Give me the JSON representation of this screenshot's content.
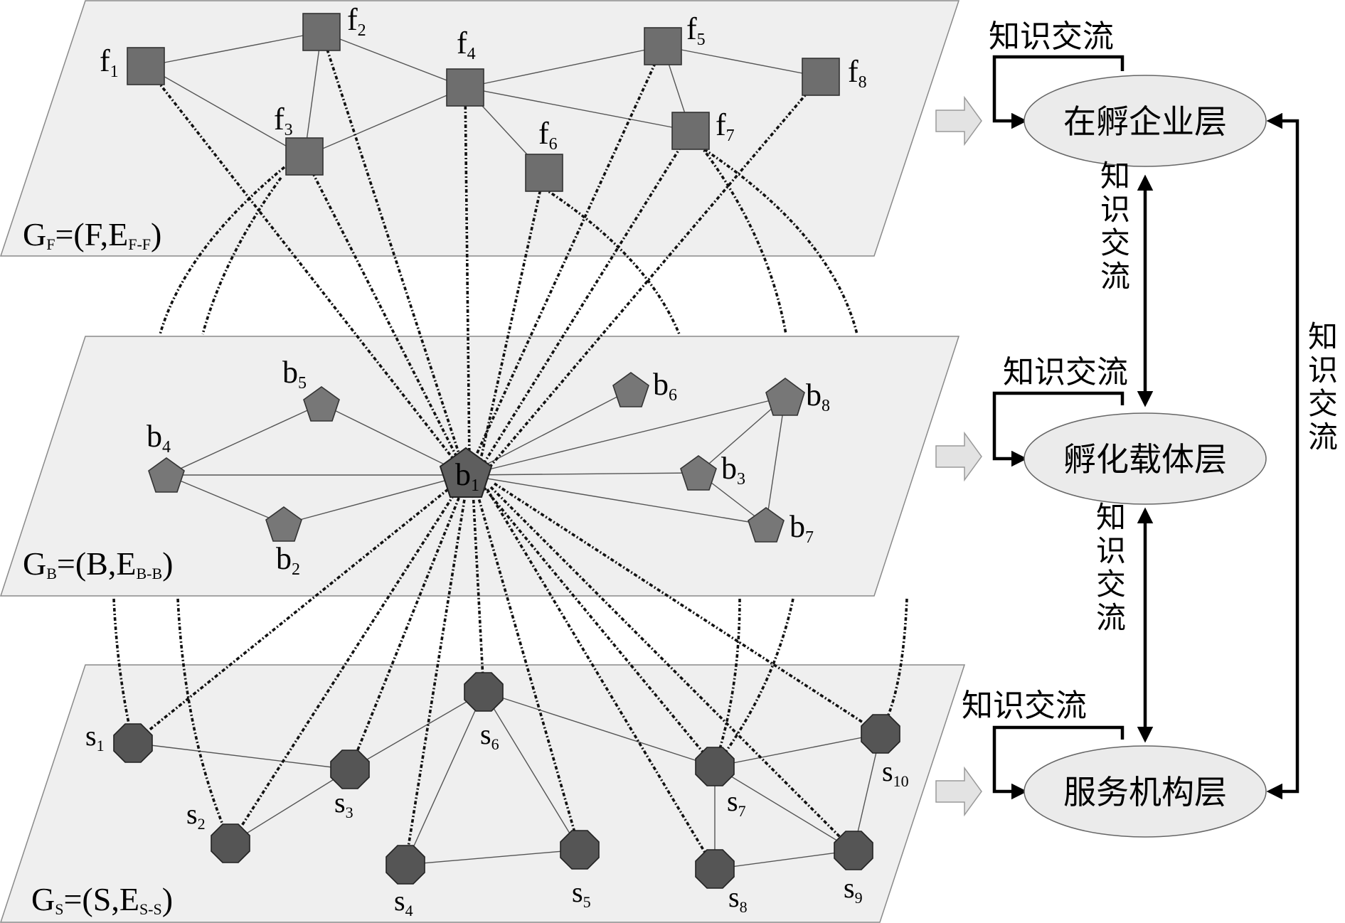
{
  "planes": {
    "F": {
      "label_main": "G",
      "label_sub": "F",
      "label_tail": "=(F,E",
      "label_tail_sub": "F-F",
      "label_close": ")"
    },
    "B": {
      "label_main": "G",
      "label_sub": "B",
      "label_tail": "=(B,E",
      "label_tail_sub": "B-B",
      "label_close": ")"
    },
    "S": {
      "label_main": "G",
      "label_sub": "S",
      "label_tail": "=(S,E",
      "label_tail_sub": "S-S",
      "label_close": ")"
    }
  },
  "nodes": {
    "f1": {
      "base": "f",
      "sub": "1"
    },
    "f2": {
      "base": "f",
      "sub": "2"
    },
    "f3": {
      "base": "f",
      "sub": "3"
    },
    "f4": {
      "base": "f",
      "sub": "4"
    },
    "f5": {
      "base": "f",
      "sub": "5"
    },
    "f6": {
      "base": "f",
      "sub": "6"
    },
    "f7": {
      "base": "f",
      "sub": "7"
    },
    "f8": {
      "base": "f",
      "sub": "8"
    },
    "b1": {
      "base": "b",
      "sub": "1"
    },
    "b2": {
      "base": "b",
      "sub": "2"
    },
    "b3": {
      "base": "b",
      "sub": "3"
    },
    "b4": {
      "base": "b",
      "sub": "4"
    },
    "b5": {
      "base": "b",
      "sub": "5"
    },
    "b6": {
      "base": "b",
      "sub": "6"
    },
    "b7": {
      "base": "b",
      "sub": "7"
    },
    "b8": {
      "base": "b",
      "sub": "8"
    },
    "s1": {
      "base": "s",
      "sub": "1"
    },
    "s2": {
      "base": "s",
      "sub": "2"
    },
    "s3": {
      "base": "s",
      "sub": "3"
    },
    "s4": {
      "base": "s",
      "sub": "4"
    },
    "s5": {
      "base": "s",
      "sub": "5"
    },
    "s6": {
      "base": "s",
      "sub": "6"
    },
    "s7": {
      "base": "s",
      "sub": "7"
    },
    "s8": {
      "base": "s",
      "sub": "8"
    },
    "s9": {
      "base": "s",
      "sub": "9"
    },
    "s10": {
      "base": "s",
      "sub": "10"
    }
  },
  "layers": {
    "enterprise": "在孵企业层",
    "carrier": "孵化载体层",
    "service": "服务机构层"
  },
  "flows": {
    "loop_enterprise": "知识交流",
    "loop_carrier": "知识交流",
    "loop_service": "知识交流",
    "between_enterprise_carrier": "知识交流",
    "between_carrier_service": "知识交流",
    "enterprise_service": "知识交流"
  },
  "colors": {
    "plane_fill": "#efefef",
    "node_fill": "#6e6e6e",
    "edge_cross": "#111111"
  }
}
